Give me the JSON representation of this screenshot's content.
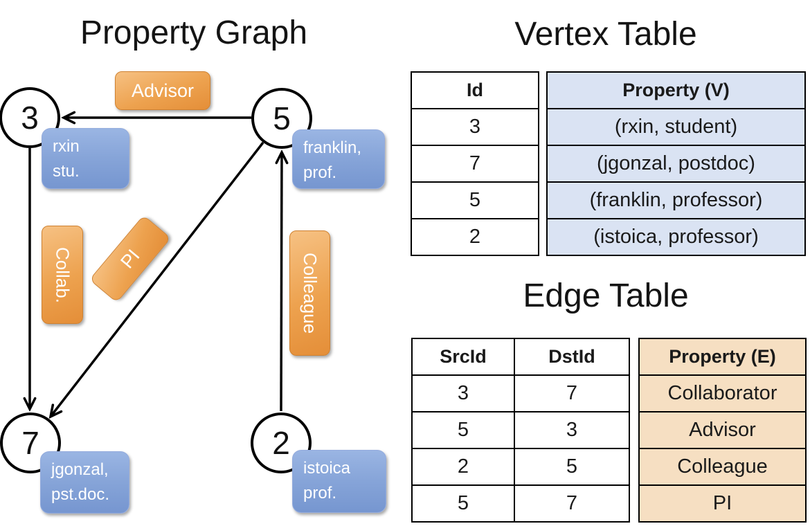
{
  "graph": {
    "title": "Property Graph",
    "nodes": [
      {
        "id": "3",
        "property_lines": [
          "rxin",
          "stu."
        ]
      },
      {
        "id": "5",
        "property_lines": [
          "franklin,",
          "prof."
        ]
      },
      {
        "id": "7",
        "property_lines": [
          "jgonzal,",
          "pst.doc."
        ]
      },
      {
        "id": "2",
        "property_lines": [
          "istoica",
          "prof."
        ]
      }
    ],
    "edges": [
      {
        "label": "Advisor",
        "from": "5",
        "to": "3"
      },
      {
        "label": "Collab.",
        "from": "3",
        "to": "7"
      },
      {
        "label": "PI",
        "from": "5",
        "to": "7"
      },
      {
        "label": "Colleague",
        "from": "2",
        "to": "5"
      }
    ]
  },
  "vertex_table": {
    "title": "Vertex Table",
    "columns": [
      "Id",
      "Property (V)"
    ],
    "rows": [
      [
        "3",
        "(rxin, student)"
      ],
      [
        "7",
        "(jgonzal, postdoc)"
      ],
      [
        "5",
        "(franklin, professor)"
      ],
      [
        "2",
        "(istoica, professor)"
      ]
    ]
  },
  "edge_table": {
    "title": "Edge Table",
    "columns": [
      "SrcId",
      "DstId",
      "Property (E)"
    ],
    "rows": [
      [
        "3",
        "7",
        "Collaborator"
      ],
      [
        "5",
        "3",
        "Advisor"
      ],
      [
        "2",
        "5",
        "Colleague"
      ],
      [
        "5",
        "7",
        "PI"
      ]
    ]
  },
  "colors": {
    "edge_label_fill": "#eda24f",
    "vertex_label_fill": "#86a4d8",
    "vertex_property_bg": "#dae3f3",
    "edge_property_bg": "#f6dfc2",
    "line": "#000000"
  }
}
